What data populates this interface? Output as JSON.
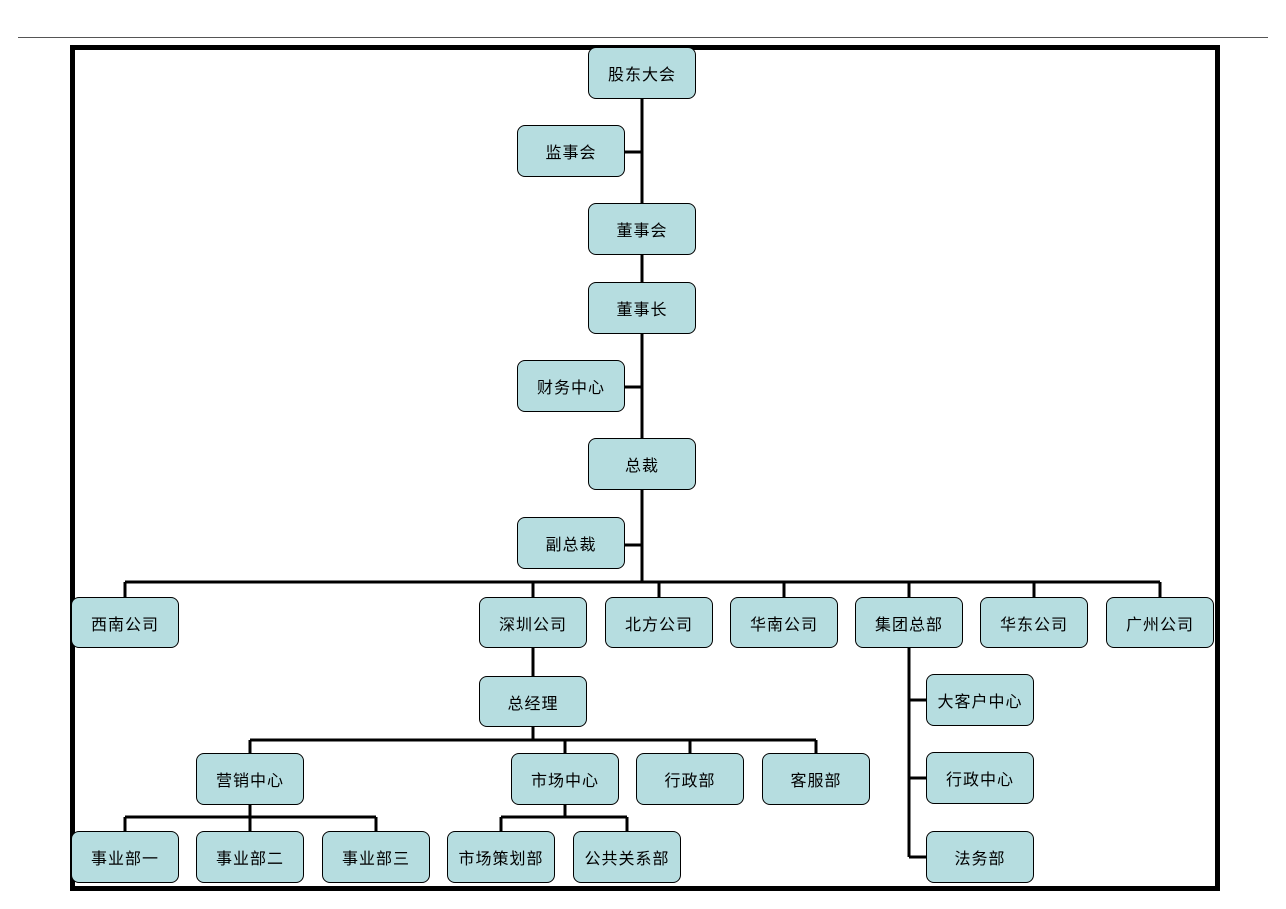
{
  "org_chart": {
    "nodes": {
      "shareholders": "股东大会",
      "supervisory_board": "监事会",
      "board": "董事会",
      "chairman": "董事长",
      "finance_center": "财务中心",
      "president": "总裁",
      "vice_president": "副总裁",
      "southwest_co": "西南公司",
      "shenzhen_co": "深圳公司",
      "north_co": "北方公司",
      "south_china_co": "华南公司",
      "group_hq": "集团总部",
      "east_china_co": "华东公司",
      "guangzhou_co": "广州公司",
      "general_manager": "总经理",
      "marketing_center": "营销中心",
      "market_center": "市场中心",
      "admin_dept": "行政部",
      "customer_service": "客服部",
      "division_1": "事业部一",
      "division_2": "事业部二",
      "division_3": "事业部三",
      "market_planning": "市场策划部",
      "public_relations": "公共关系部",
      "key_accounts": "大客户中心",
      "admin_center": "行政中心",
      "legal_dept": "法务部"
    }
  }
}
